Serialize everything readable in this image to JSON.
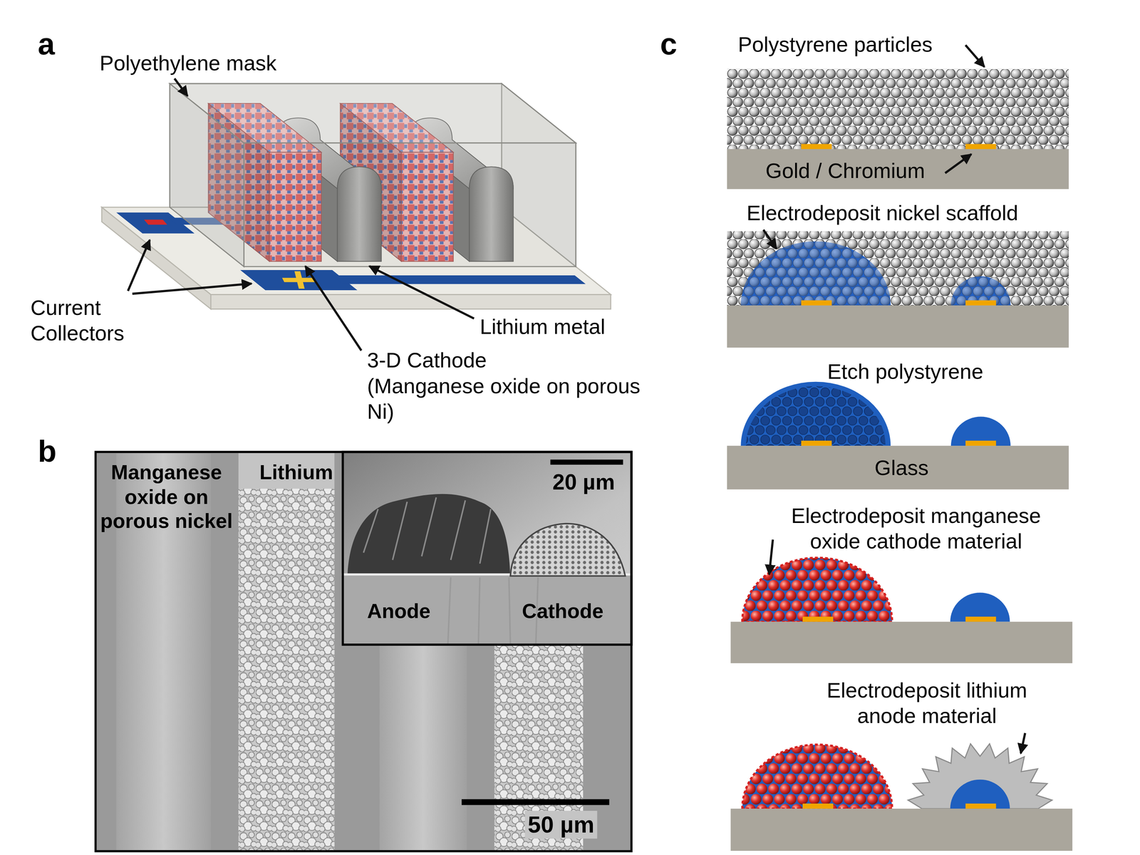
{
  "diagram": {
    "nodes": [
      {
        "text": [
          "Manganese oxide on porous nickel",
          "Lithium",
          "50 µm"
        ]
      },
      {
        "text": [
          "20 µm",
          "Anode",
          "Cathode"
        ],
        "in": 0
      }
    ],
    "labels": [
      "a",
      "Polyethylene mask",
      "Current Collectors",
      "Lithium metal",
      "3-D Cathode",
      "(Manganese oxide on porous Ni)",
      "b",
      "c",
      "Polystyrene particles",
      "Gold / Chromium",
      "Electrodeposit nickel scaffold",
      "Etch polystyrene",
      "Glass",
      "Electrodeposit manganese oxide cathode material",
      "Electrodeposit lithium anode material"
    ]
  }
}
